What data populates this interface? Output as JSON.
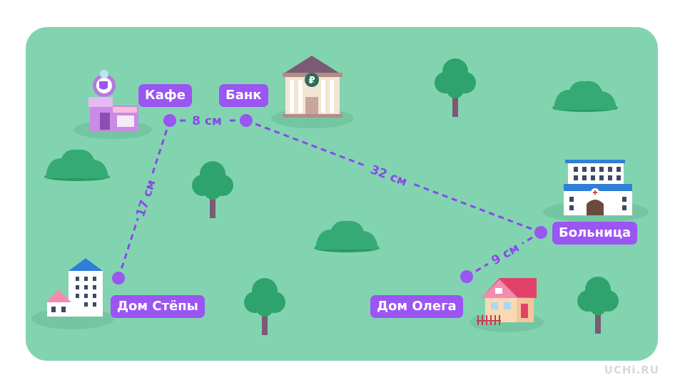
{
  "places": {
    "cafe": "Кафе",
    "bank": "Банк",
    "hospital": "Больница",
    "stepa_home": "Дом Стёпы",
    "oleg_home": "Дом Олега"
  },
  "distances": {
    "cafe_bank": "8 см",
    "cafe_stepa": "17 см",
    "bank_hospital": "32 см",
    "hospital_oleg": "9 см"
  },
  "bank_sign": "₽",
  "brand": "UCHi.RU",
  "colors": {
    "map_background": "#82d4b0",
    "route": "#8a48ea",
    "label_background": "#9a55f2",
    "tree_canopy": "#2fa36e",
    "bush": "#35aa74"
  }
}
